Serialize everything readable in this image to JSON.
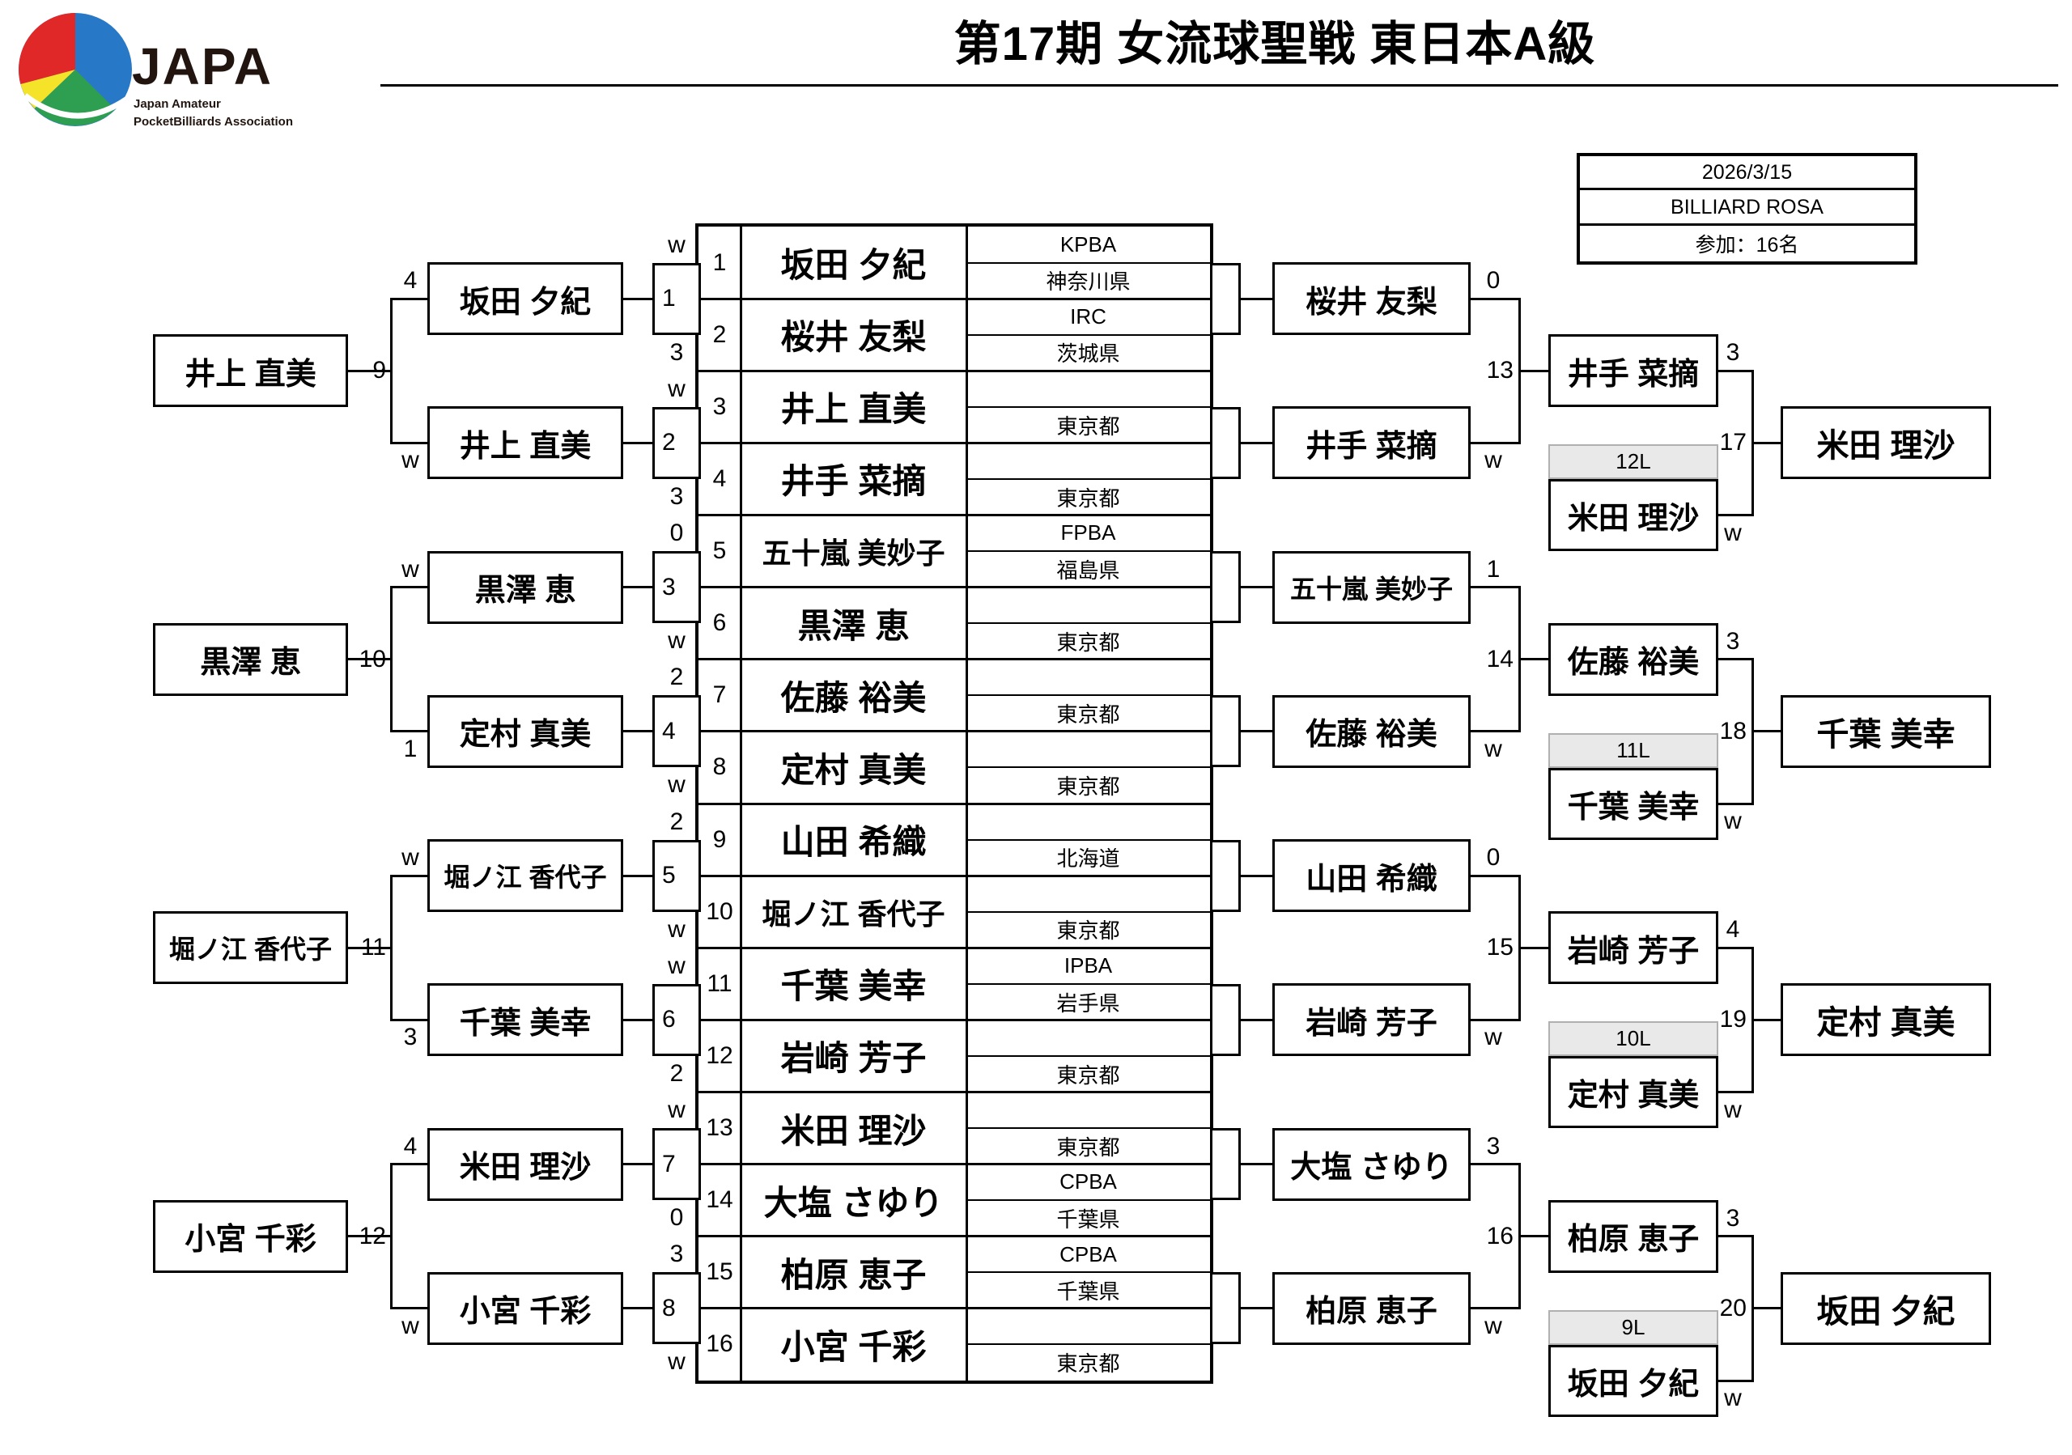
{
  "title": "第17期 女流球聖戦 東日本A級",
  "logo": {
    "japa": "JAPA",
    "caption_line1": "Japan Amateur",
    "caption_line2": "PocketBilliards Association"
  },
  "info_box": {
    "date": "2026/3/15",
    "venue": "BILLIARD ROSA",
    "participants": "参加：16名"
  },
  "colors": {
    "bar_gray": "#e9e9e9",
    "bar_border": "#b0b0b0",
    "logo_blue": "#2878c8",
    "logo_red": "#e02828",
    "logo_yellow": "#f5e32a",
    "logo_green": "#2e9e50",
    "logo_text": "#221510"
  },
  "players": [
    {
      "seed": 1,
      "name": "坂田 夕紀",
      "org": "KPBA",
      "pref": "神奈川県"
    },
    {
      "seed": 2,
      "name": "桜井 友梨",
      "org": "IRC",
      "pref": "茨城県"
    },
    {
      "seed": 3,
      "name": "井上 直美",
      "org": "",
      "pref": "東京都"
    },
    {
      "seed": 4,
      "name": "井手 菜摘",
      "org": "",
      "pref": "東京都"
    },
    {
      "seed": 5,
      "name": "五十嵐 美妙子",
      "org": "FPBA",
      "pref": "福島県"
    },
    {
      "seed": 6,
      "name": "黒澤 恵",
      "org": "",
      "pref": "東京都"
    },
    {
      "seed": 7,
      "name": "佐藤 裕美",
      "org": "",
      "pref": "東京都"
    },
    {
      "seed": 8,
      "name": "定村 真美",
      "org": "",
      "pref": "東京都"
    },
    {
      "seed": 9,
      "name": "山田 希織",
      "org": "",
      "pref": "北海道"
    },
    {
      "seed": 10,
      "name": "堀ノ江 香代子",
      "org": "",
      "pref": "東京都"
    },
    {
      "seed": 11,
      "name": "千葉 美幸",
      "org": "IPBA",
      "pref": "岩手県"
    },
    {
      "seed": 12,
      "name": "岩崎 芳子",
      "org": "",
      "pref": "東京都"
    },
    {
      "seed": 13,
      "name": "米田 理沙",
      "org": "",
      "pref": "東京都"
    },
    {
      "seed": 14,
      "name": "大塩 さゆり",
      "org": "CPBA",
      "pref": "千葉県"
    },
    {
      "seed": 15,
      "name": "柏原 恵子",
      "org": "CPBA",
      "pref": "千葉県"
    },
    {
      "seed": 16,
      "name": "小宮 千彩",
      "org": "",
      "pref": "東京都"
    }
  ],
  "round1": [
    {
      "match": 1,
      "score_top": "w",
      "score_bottom": "3",
      "winner": "坂田 夕紀",
      "loser": "桜井 友梨"
    },
    {
      "match": 2,
      "score_top": "w",
      "score_bottom": "3",
      "winner": "井上 直美",
      "loser": "井手 菜摘"
    },
    {
      "match": 3,
      "score_top": "0",
      "score_bottom": "w",
      "winner": "黒澤 恵",
      "loser": "五十嵐 美妙子"
    },
    {
      "match": 4,
      "score_top": "2",
      "score_bottom": "w",
      "winner": "定村 真美",
      "loser": "佐藤 裕美"
    },
    {
      "match": 5,
      "score_top": "2",
      "score_bottom": "w",
      "winner": "堀ノ江 香代子",
      "loser": "山田 希織"
    },
    {
      "match": 6,
      "score_top": "w",
      "score_bottom": "2",
      "winner": "千葉 美幸",
      "loser": "岩崎 芳子"
    },
    {
      "match": 7,
      "score_top": "w",
      "score_bottom": "0",
      "winner": "米田 理沙",
      "loser": "大塩 さゆり"
    },
    {
      "match": 8,
      "score_top": "3",
      "score_bottom": "w",
      "winner": "小宮 千彩",
      "loser": "柏原 恵子"
    }
  ],
  "left_round2": [
    {
      "match": 9,
      "score_top": "4",
      "score_bottom": "w",
      "winner": "井上 直美"
    },
    {
      "match": 10,
      "score_top": "w",
      "score_bottom": "1",
      "winner": "黒澤 恵"
    },
    {
      "match": 11,
      "score_top": "w",
      "score_bottom": "3",
      "winner": "堀ノ江 香代子"
    },
    {
      "match": 12,
      "score_top": "4",
      "score_bottom": "w",
      "winner": "小宮 千彩"
    }
  ],
  "right_round2": [
    {
      "match": 13,
      "score_top": "0",
      "score_bottom": "w",
      "winner": "井手 菜摘"
    },
    {
      "match": 14,
      "score_top": "1",
      "score_bottom": "w",
      "winner": "佐藤 裕美"
    },
    {
      "match": 15,
      "score_top": "0",
      "score_bottom": "w",
      "winner": "岩崎 芳子"
    },
    {
      "match": 16,
      "score_top": "3",
      "score_bottom": "w",
      "winner": "柏原 恵子"
    }
  ],
  "right_round3": [
    {
      "match": 17,
      "drop_label": "12L",
      "drop_name": "米田 理沙",
      "score_top": "3",
      "score_bottom": "w",
      "winner": "米田 理沙"
    },
    {
      "match": 18,
      "drop_label": "11L",
      "drop_name": "千葉 美幸",
      "score_top": "3",
      "score_bottom": "w",
      "winner": "千葉 美幸"
    },
    {
      "match": 19,
      "drop_label": "10L",
      "drop_name": "定村 真美",
      "score_top": "4",
      "score_bottom": "w",
      "winner": "定村 真美"
    },
    {
      "match": 20,
      "drop_label": "9L",
      "drop_name": "坂田 夕紀",
      "score_top": "3",
      "score_bottom": "w",
      "winner": "坂田 夕紀"
    }
  ]
}
